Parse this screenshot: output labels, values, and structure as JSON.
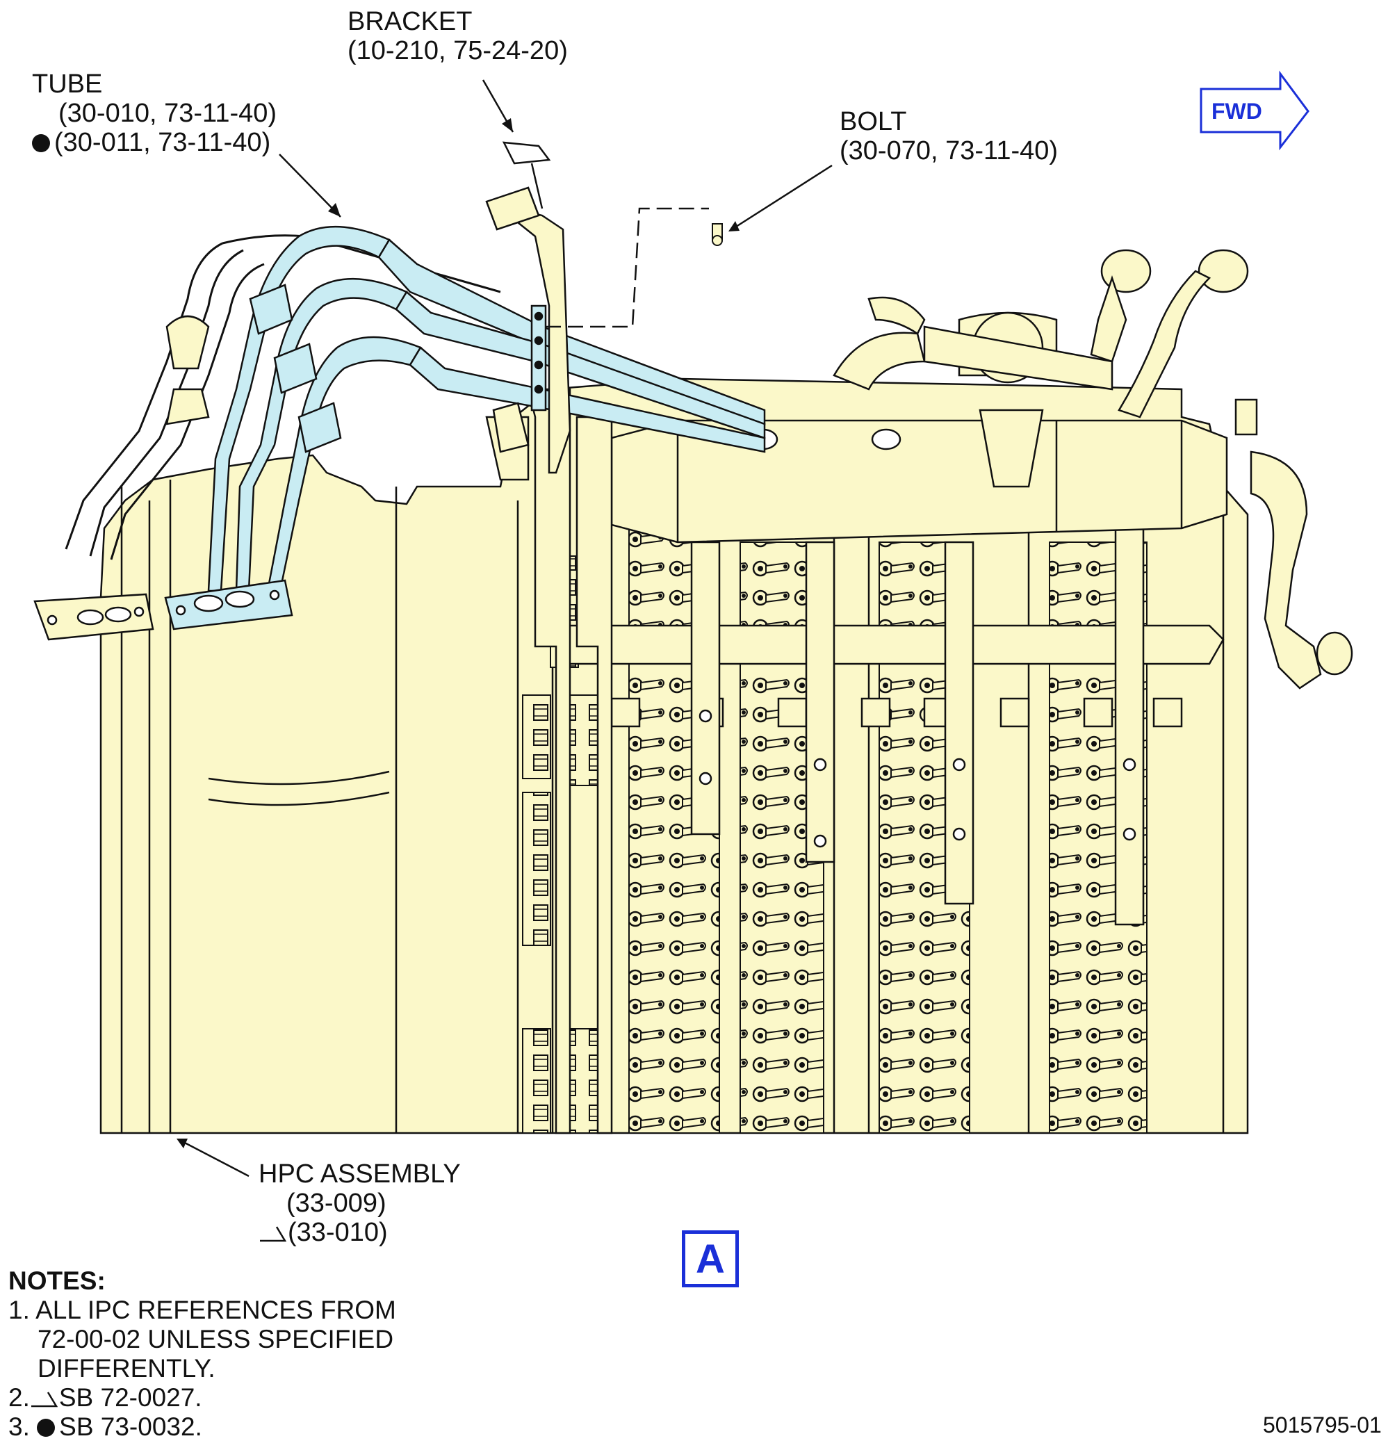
{
  "callouts": {
    "bracket": {
      "name": "BRACKET",
      "ref": "(10-210, 75-24-20)"
    },
    "tube": {
      "name": "TUBE",
      "ref1": "(30-010, 73-11-40)",
      "ref2": "(30-011, 73-11-40)"
    },
    "bolt": {
      "name": "BOLT",
      "ref": "(30-070, 73-11-40)"
    },
    "hpc": {
      "name": "HPC ASSEMBLY",
      "ref1": "(33-009)",
      "ref2": "(33-010)"
    }
  },
  "fwd_label": "FWD",
  "view_label": "A",
  "notes": {
    "heading": "NOTES:",
    "n1_line1": "1. ALL IPC REFERENCES FROM",
    "n1_line2": "72-00-02 UNLESS SPECIFIED",
    "n1_line3": "DIFFERENTLY.",
    "n2_prefix": "2.",
    "n2_text": "SB 72-0027.",
    "n3_prefix": "3.",
    "n3_text": "SB 73-0032."
  },
  "figure_number": "5015795-01",
  "colors": {
    "assembly_fill": "#fbf8c9",
    "highlight_tube": "#c9ecf3",
    "line": "#111111",
    "accent_blue": "#1a2fd8"
  }
}
